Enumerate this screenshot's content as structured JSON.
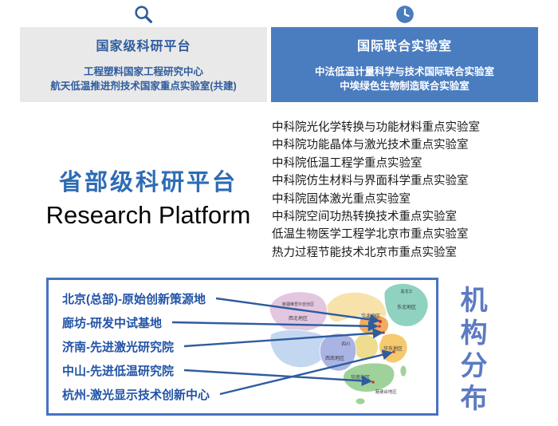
{
  "colors": {
    "blue_box": "#4a7cc0",
    "gray_box": "#e9e9e9",
    "header_text_blue": "#2e5c9e",
    "provincial_title_blue": "#2d6cb5",
    "location_text_blue": "#2253a6",
    "box_border_blue": "#4673c2",
    "vertical_title_blue": "#5b7ac2",
    "arrow_blue": "#2e5c9e",
    "city_dot_red": "#cc3b33"
  },
  "header": {
    "national": {
      "icon": "magnifier-icon",
      "title": "国家级科研平台",
      "items": [
        "工程塑料国家工程研究中心",
        "航天低温推进剂技术国家重点实验室(共建)"
      ]
    },
    "international": {
      "icon": "clock-icon",
      "title": "国际联合实验室",
      "items": [
        "中法低温计量科学与技术国际联合实验室",
        "中埃绿色生物制造联合实验室"
      ]
    }
  },
  "provincial": {
    "title_cn": "省部级科研平台",
    "title_en": "Research Platform",
    "labs": [
      "中科院光化学转换与功能材料重点实验室",
      "中科院功能晶体与激光技术重点实验室",
      "中科院低温工程学重点实验室",
      "中科院仿生材料与界面科学重点实验室",
      "中科院固体激光重点实验室",
      "中科院空间功热转换技术重点实验室",
      "低温生物医学工程学北京市重点实验室",
      "热力过程节能技术北京市重点实验室"
    ]
  },
  "distribution": {
    "vertical_title": "机构分布",
    "locations": [
      "北京(总部)-原始创新策源地",
      "廊坊-研发中试基地",
      "济南-先进激光研究院",
      "中山-先进低温研究院",
      "杭州-激光显示技术创新中心"
    ],
    "map_labels": {
      "heilongjiang": "黑龙江",
      "northeast": "东北地区",
      "xinjiang": "新疆维吾尔自治区",
      "northwest": "西北地区",
      "north": "华北地区",
      "east": "华东地区",
      "sichuan": "四川",
      "southwest": "西南地区",
      "south": "华南地区",
      "gat": "港澳台地区"
    }
  }
}
